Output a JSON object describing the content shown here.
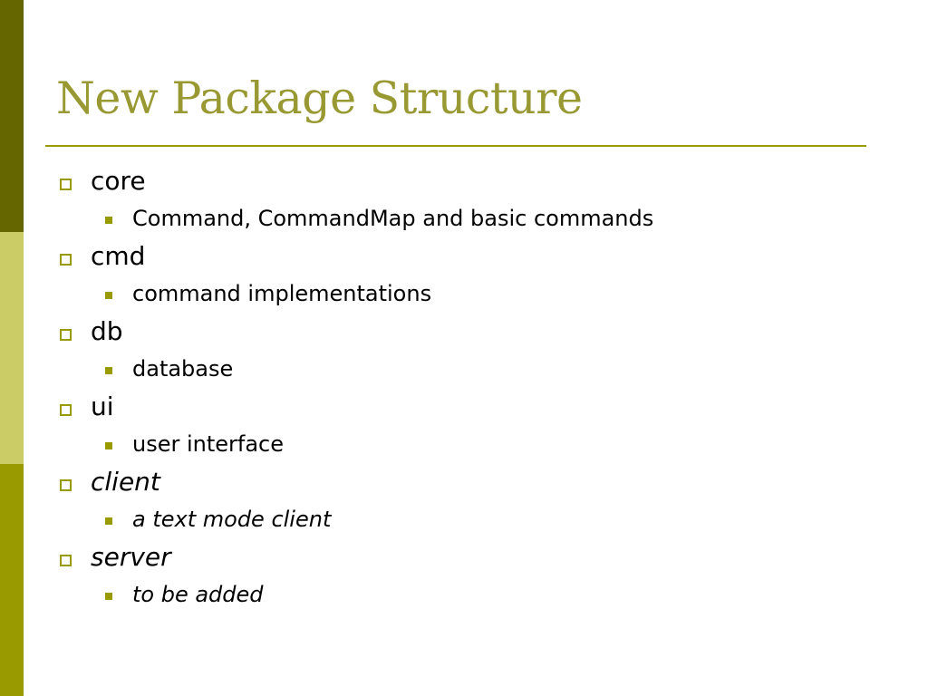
{
  "colors": {
    "sidebar_top": "#666600",
    "sidebar_mid": "#cccc66",
    "sidebar_bottom": "#999900",
    "accent": "#999900",
    "title": "#999933",
    "rule": "#999900",
    "text": "#000000"
  },
  "slide": {
    "title": "New Package Structure",
    "items": [
      {
        "label": "core",
        "italic": false,
        "sub": "Command, CommandMap and basic commands",
        "sub_italic": false
      },
      {
        "label": "cmd",
        "italic": false,
        "sub": "command implementations",
        "sub_italic": false
      },
      {
        "label": "db",
        "italic": false,
        "sub": "database",
        "sub_italic": false
      },
      {
        "label": "ui",
        "italic": false,
        "sub": "user interface",
        "sub_italic": false
      },
      {
        "label": "client",
        "italic": true,
        "sub": "a text mode client",
        "sub_italic": true
      },
      {
        "label": "server",
        "italic": true,
        "sub": "to be added",
        "sub_italic": true
      }
    ]
  },
  "icons": {
    "level1_bullet": "hollow-square-icon",
    "level2_bullet": "filled-square-icon"
  }
}
